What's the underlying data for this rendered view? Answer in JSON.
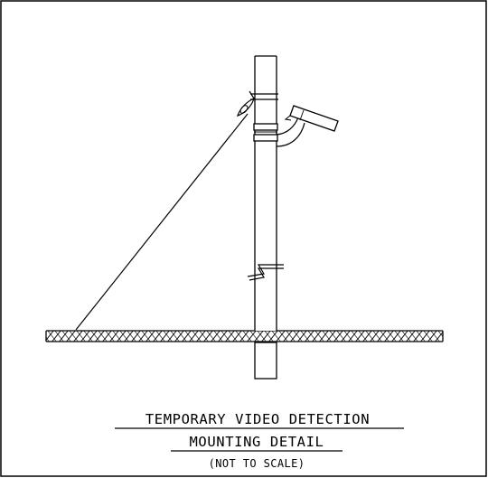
{
  "drawing": {
    "title_line1": "TEMPORARY VIDEO DETECTION",
    "title_line2": "MOUNTING DETAIL",
    "scale_note": "(NOT TO SCALE)"
  },
  "colors": {
    "ink": "#000000",
    "paper": "#ffffff"
  }
}
